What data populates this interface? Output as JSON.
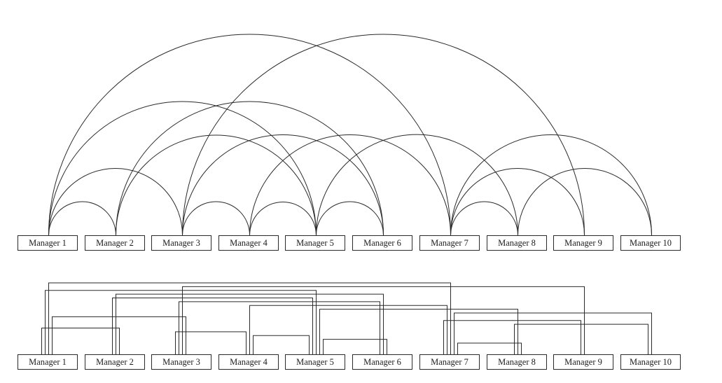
{
  "managers": [
    "Manager 1",
    "Manager 2",
    "Manager 3",
    "Manager 4",
    "Manager 5",
    "Manager 6",
    "Manager 7",
    "Manager 8",
    "Manager 9",
    "Manager 10"
  ],
  "connections": [
    [
      1,
      2
    ],
    [
      1,
      3
    ],
    [
      1,
      5
    ],
    [
      1,
      7
    ],
    [
      2,
      5
    ],
    [
      2,
      6
    ],
    [
      3,
      4
    ],
    [
      3,
      6
    ],
    [
      3,
      9
    ],
    [
      4,
      5
    ],
    [
      4,
      7
    ],
    [
      5,
      6
    ],
    [
      5,
      8
    ],
    [
      7,
      8
    ],
    [
      7,
      9
    ],
    [
      7,
      10
    ],
    [
      8,
      10
    ]
  ]
}
